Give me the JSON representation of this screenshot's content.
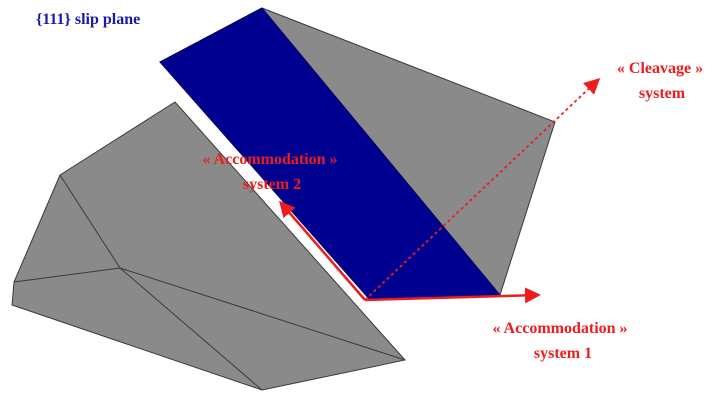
{
  "labels": {
    "slip_plane": "{111} slip plane",
    "cleavage_line1": "« Cleavage »",
    "cleavage_line2": "system",
    "accom2_line1": "« Accommodation »",
    "accom2_line2": "system 2",
    "accom1_line1": "« Accommodation »",
    "accom1_line2": "system 1"
  },
  "colors": {
    "block_face": "#8a8a8a",
    "block_edge": "#3a3a3a",
    "slip_plane": "#000090",
    "arrows": "#ee1c1c",
    "slip_label": "#1a1aa8"
  }
}
